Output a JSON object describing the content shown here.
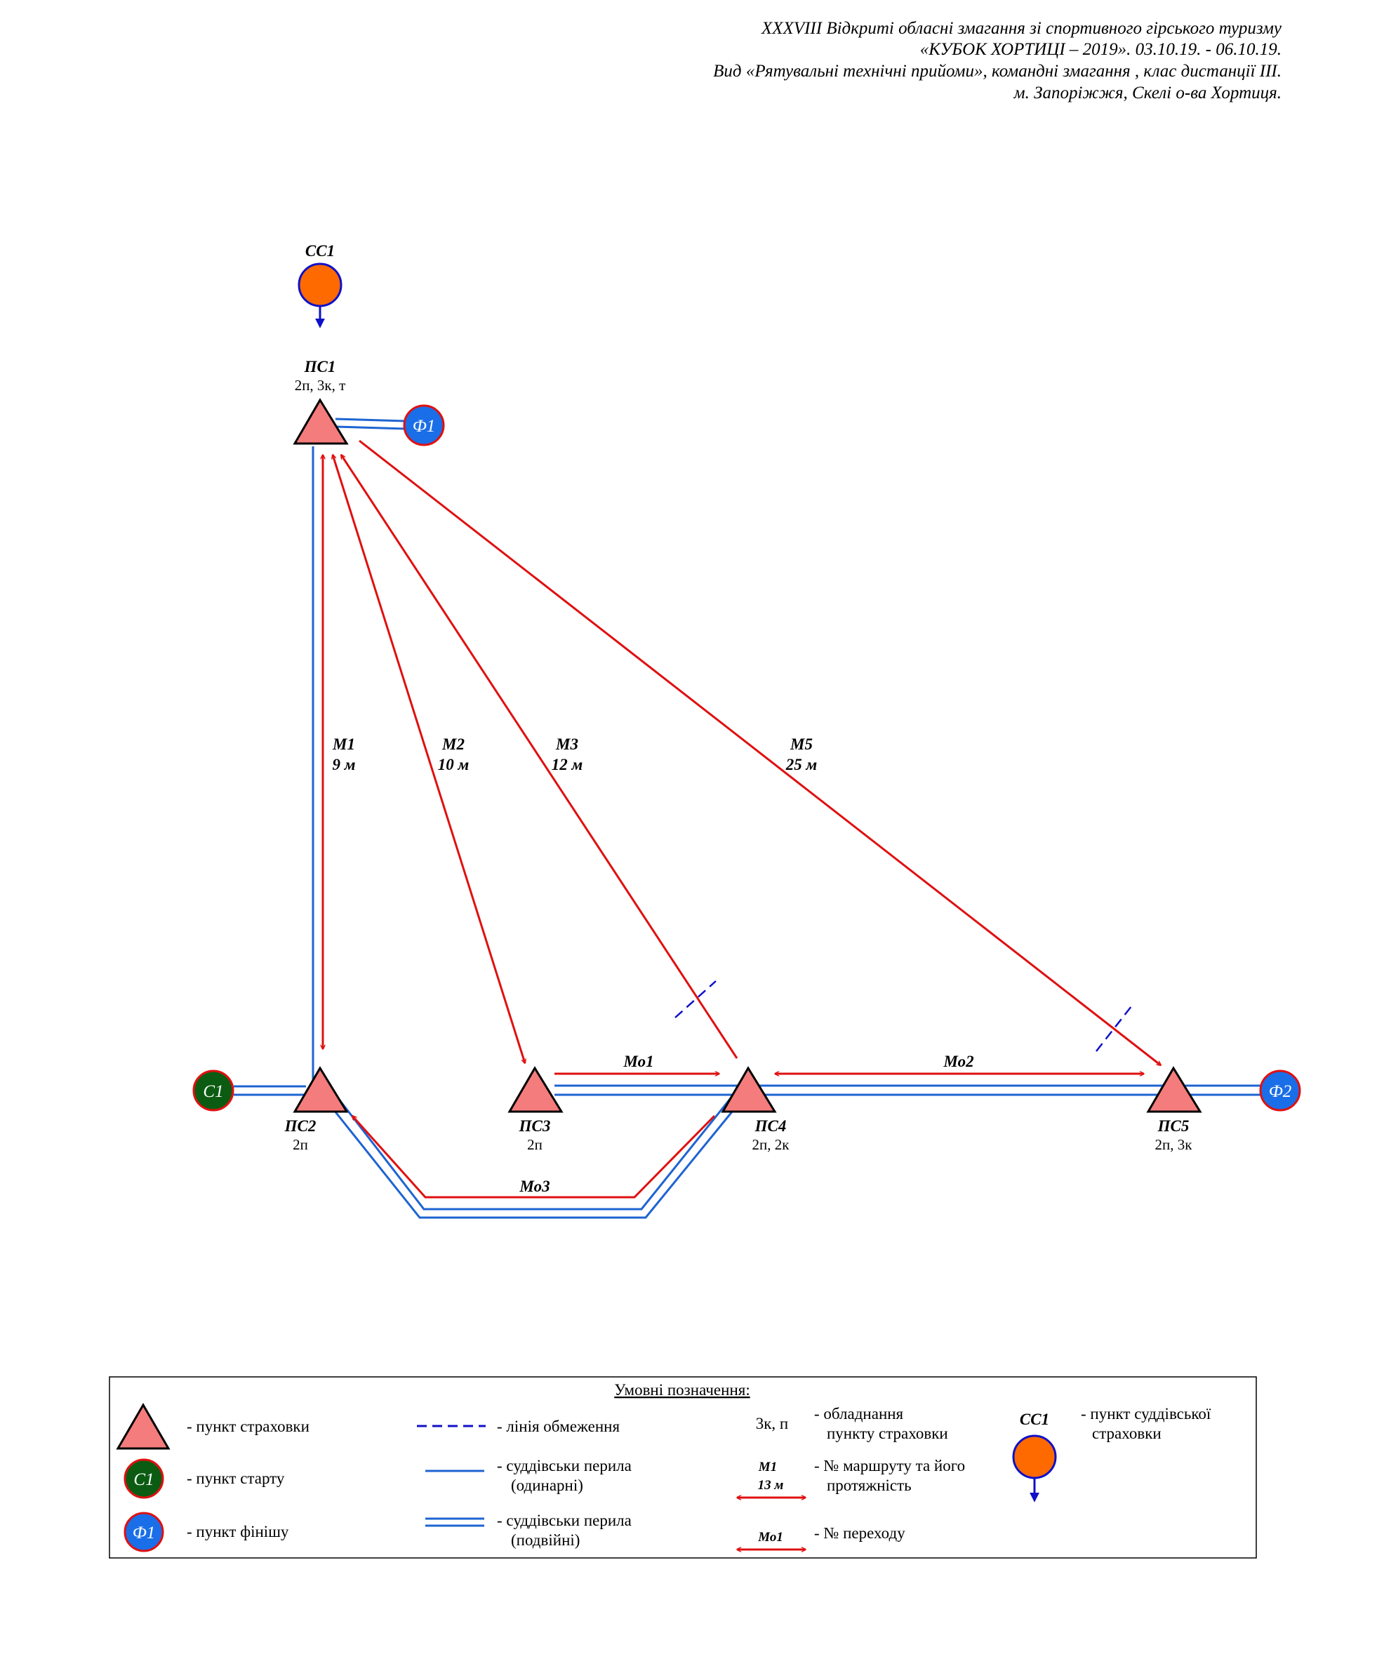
{
  "header": {
    "line1": "XXXVIII Відкриті обласні змагання зі спортивного гірського туризму",
    "line2": "«КУБОК ХОРТИЦІ – 2019». 03.10.19. - 06.10.19.",
    "line3": "Вид «Рятувальні технічні прийоми», командні змагання , клас дистанції ІІІ.",
    "line4": "м. Запоріжжя, Скелі о-ва Хортиця."
  },
  "colors": {
    "triangle": "#f47c7c",
    "rope": "#1e64d2",
    "route": "#e01010",
    "start": "#0b5c12",
    "finish": "#1a6ee8",
    "judge": "#ff6a00",
    "arrow": "#1010c8"
  },
  "points": [
    {
      "id": "ps1",
      "name": "ПС1",
      "equip": "2п, 3к, т"
    },
    {
      "id": "ps2",
      "name": "ПС2",
      "equip": "2п"
    },
    {
      "id": "ps3",
      "name": "ПС3",
      "equip": "2п"
    },
    {
      "id": "ps4",
      "name": "ПС4",
      "equip": "2п, 2к"
    },
    {
      "id": "ps5",
      "name": "ПС5",
      "equip": "2п, 3к"
    }
  ],
  "start": {
    "label": "С1"
  },
  "finishes": [
    {
      "label": "Ф1"
    },
    {
      "label": "Ф2"
    }
  ],
  "judge_point": {
    "label": "СС1"
  },
  "routes": [
    {
      "name": "М1",
      "length": "9 м"
    },
    {
      "name": "М2",
      "length": "10 м"
    },
    {
      "name": "М3",
      "length": "12 м"
    },
    {
      "name": "М5",
      "length": "25 м"
    }
  ],
  "transitions": [
    {
      "name": "Мо1"
    },
    {
      "name": "Мо2"
    },
    {
      "name": "Мо3"
    }
  ],
  "legend": {
    "title": "Умовні позначення:",
    "belay_point": "- пункт страховки",
    "start_symbol": "С1",
    "start_point": "- пункт старту",
    "finish_symbol": "Ф1",
    "finish_point": "- пункт фінішу",
    "limit_line": "- лінія обмеження",
    "single_rope_1": "- суддівськи перила",
    "single_rope_2": "(одинарні)",
    "double_rope_1": "- суддівськи перила",
    "double_rope_2": "(подвійні)",
    "equip_symbol": "3к, п",
    "equip_1": "- обладнання",
    "equip_2": "пункту страховки",
    "route_symbol_name": "М1",
    "route_symbol_len": "13 м",
    "route_1": "- № маршруту та його",
    "route_2": "протяжність",
    "trans_symbol": "Мо1",
    "trans": "- № переходу",
    "judge_symbol": "СС1",
    "judge_1": "- пункт суддівської",
    "judge_2": "страховки"
  }
}
